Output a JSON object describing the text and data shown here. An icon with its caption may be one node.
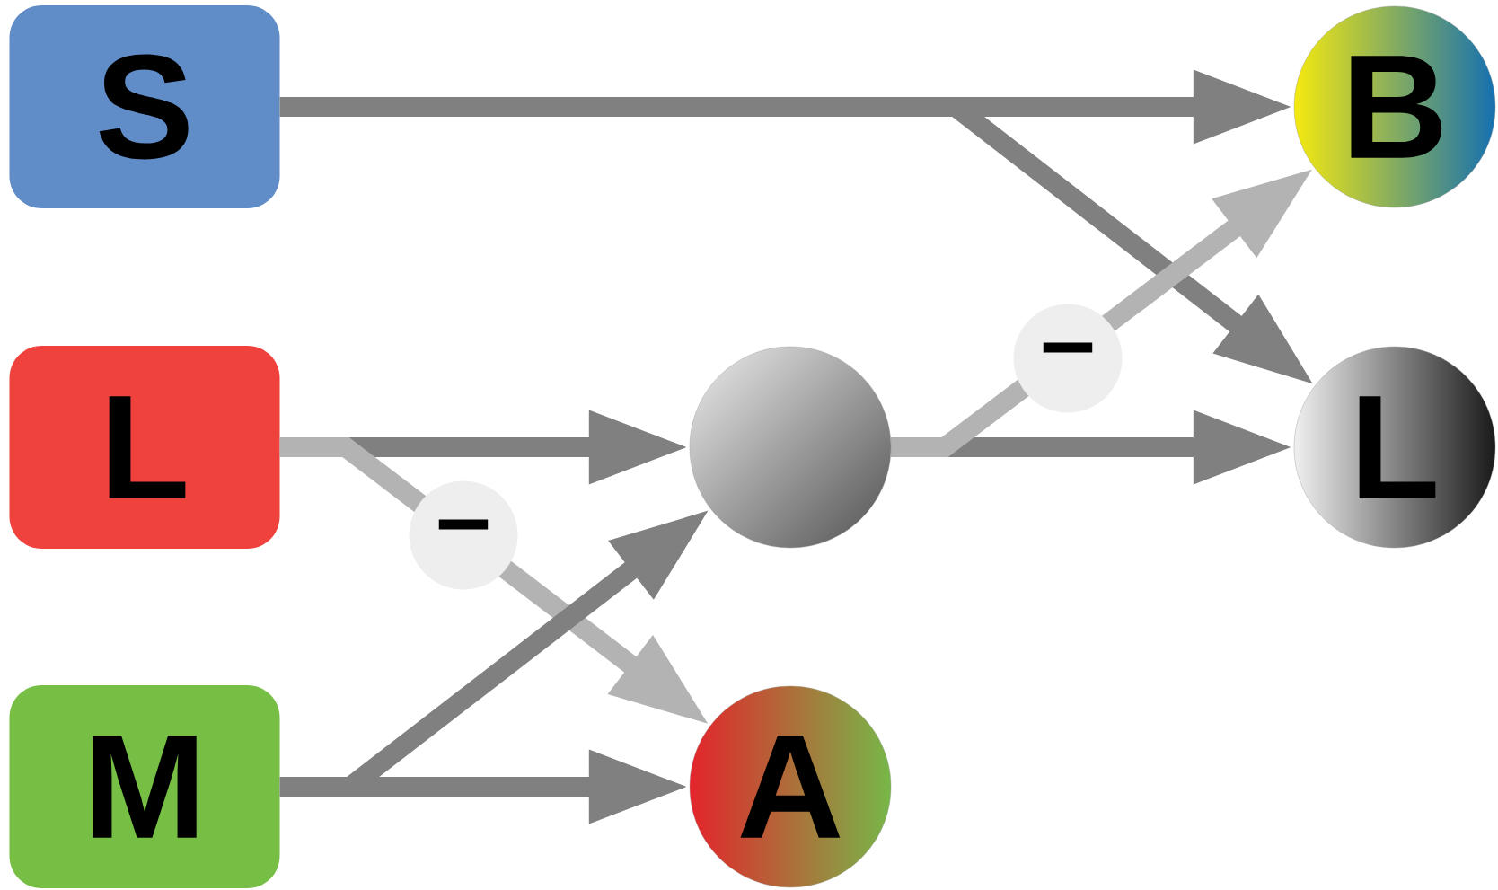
{
  "diagram": {
    "nodes": [
      {
        "text": [
          "S"
        ]
      },
      {
        "text": [
          "L"
        ]
      },
      {
        "text": [
          "M"
        ]
      },
      {
        "text": [],
        "shape": "circle"
      },
      {
        "text": [
          "A"
        ]
      },
      {
        "text": [
          "B"
        ]
      },
      {
        "text": [
          "L"
        ]
      }
    ],
    "edges": [
      {
        "from": 0,
        "to": 5,
        "arrow": "to"
      },
      {
        "from": 0,
        "to": 6,
        "arrow": "to"
      },
      {
        "from": 1,
        "to": 3,
        "arrow": "to"
      },
      {
        "from": 1,
        "to": 4,
        "arrow": "to",
        "label": "–",
        "color": "#b3b3b3"
      },
      {
        "from": 2,
        "to": 3,
        "arrow": "to"
      },
      {
        "from": 2,
        "to": 4,
        "arrow": "to"
      },
      {
        "from": 3,
        "to": 6,
        "arrow": "to"
      },
      {
        "from": 3,
        "to": 5,
        "arrow": "to",
        "label": "–",
        "color": "#b3b3b3"
      }
    ]
  }
}
